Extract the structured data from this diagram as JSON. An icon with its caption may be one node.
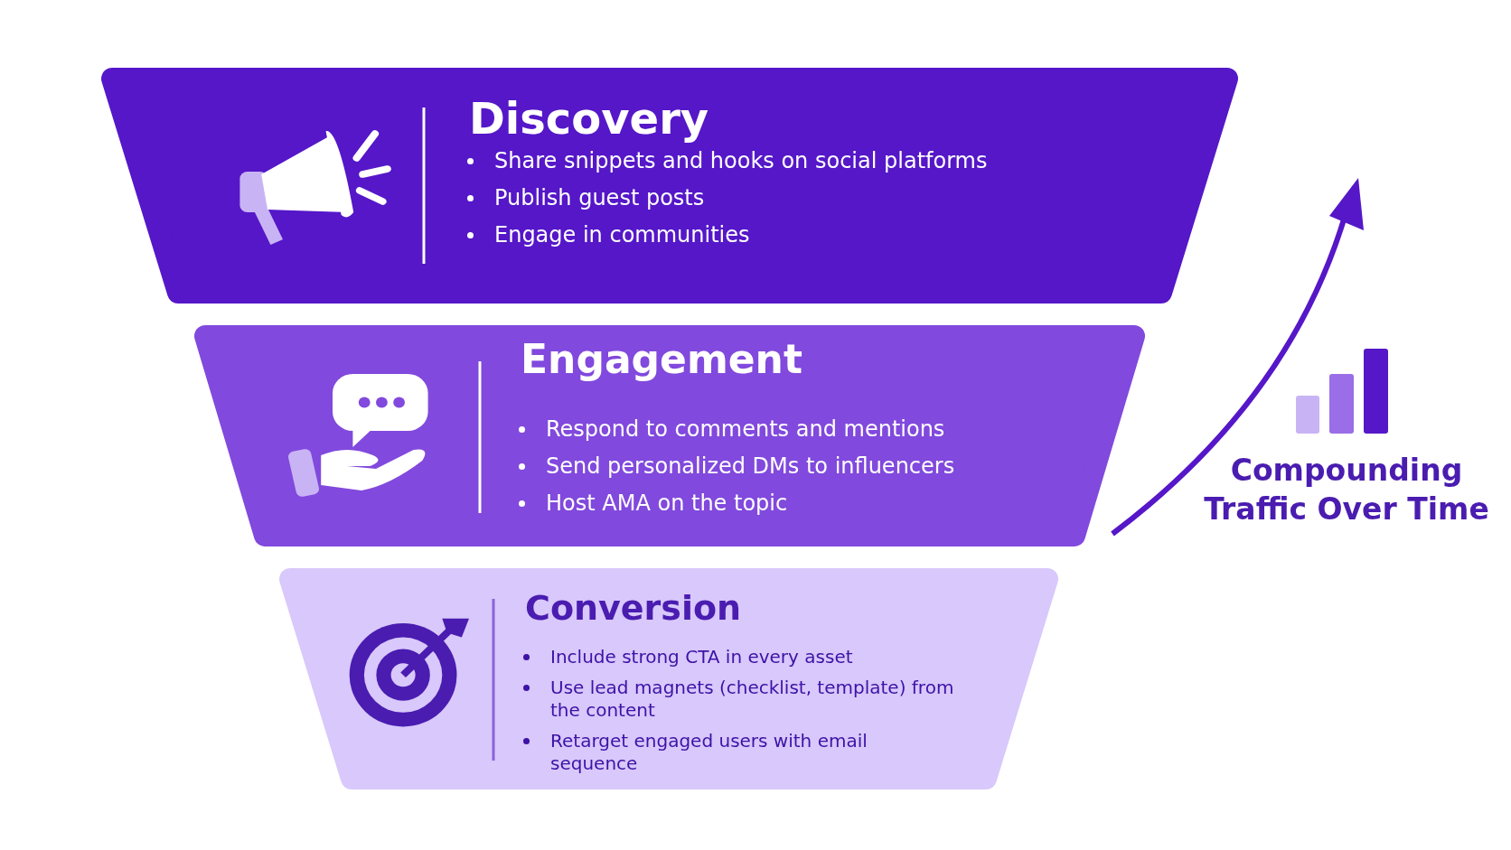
{
  "diagram": {
    "nodes": [
      {
        "text": [
          "Discovery",
          "Share snippets and hooks on social platforms",
          "Publish guest posts",
          "Engage in communities"
        ]
      },
      {
        "text": [
          "Engagement",
          "Respond to comments and mentions",
          "Send personalized DMs to influencers",
          "Host AMA on the topic"
        ]
      },
      {
        "text": [
          "Conversion",
          "Include strong CTA in every asset",
          "Use lead magnets (checklist, template) from the content",
          "Retarget engaged users with email sequence"
        ]
      }
    ],
    "labels": [
      "Compounding Traffic Over Time"
    ]
  }
}
